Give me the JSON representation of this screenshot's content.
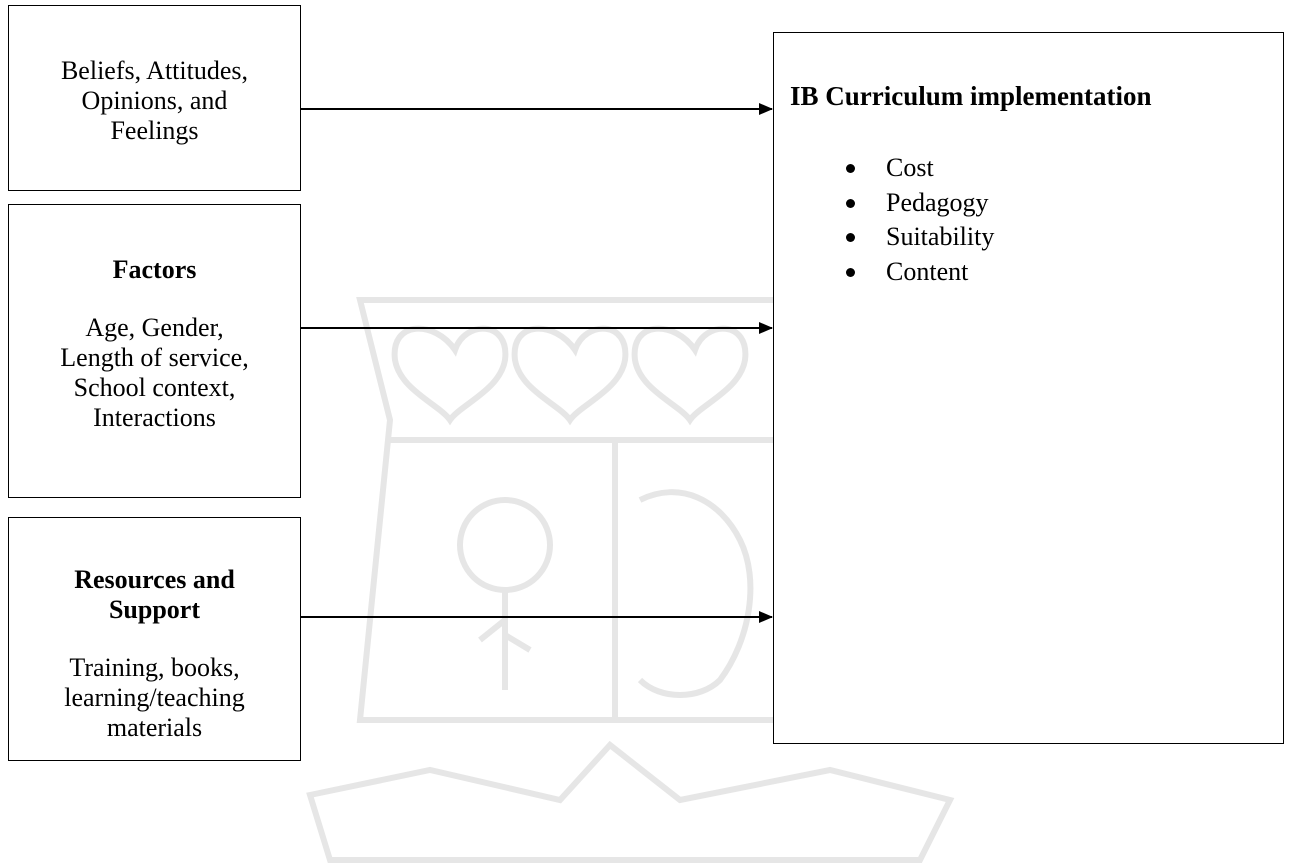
{
  "inputs": [
    {
      "heading": "",
      "text": "Beliefs, Attitudes,\nOpinions, and\nFeelings"
    },
    {
      "heading": "Factors",
      "text": "Age, Gender,\nLength of service,\nSchool context,\nInteractions"
    },
    {
      "heading": "Resources and\nSupport",
      "text": "Training, books,\nlearning/teaching\nmaterials"
    }
  ],
  "target": {
    "title": "IB Curriculum implementation",
    "items": [
      "Cost",
      "Pedagogy",
      "Suitability",
      "Content"
    ]
  },
  "colors": {
    "line": "#000000",
    "watermark": "#ececec"
  }
}
